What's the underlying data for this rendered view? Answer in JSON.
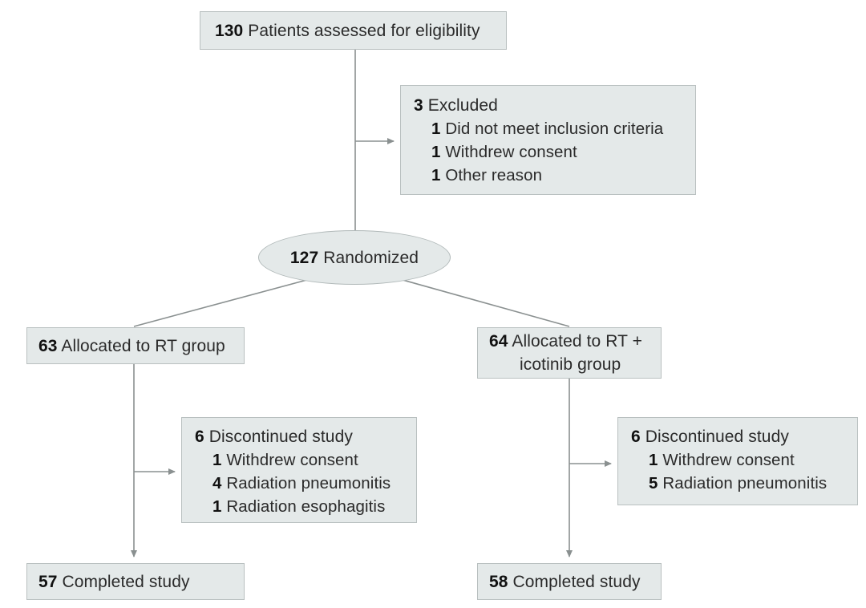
{
  "diagram": {
    "type": "consort-flow-diagram",
    "colors": {
      "box_fill": "#e4e9e9",
      "box_border": "#b9c0c0",
      "connector": "#8a9090",
      "text": "#2a2a2a",
      "number": "#111111",
      "background": "#ffffff"
    },
    "nodes": {
      "assessed": {
        "name": "assessed-for-eligibility",
        "lines": [
          {
            "num": "130",
            "text": "Patients assessed for eligibility",
            "indent": false
          }
        ]
      },
      "excluded": {
        "name": "excluded",
        "lines": [
          {
            "num": "3",
            "text": "Excluded",
            "indent": false
          },
          {
            "num": "1",
            "text": "Did not meet inclusion criteria",
            "indent": true
          },
          {
            "num": "1",
            "text": "Withdrew consent",
            "indent": true
          },
          {
            "num": "1",
            "text": "Other reason",
            "indent": true
          }
        ]
      },
      "randomized": {
        "name": "randomized",
        "num": "127",
        "text": "Randomized"
      },
      "allocated_left": {
        "name": "allocated-rt-group",
        "lines": [
          {
            "num": "63",
            "text": "Allocated to RT group",
            "indent": false
          }
        ]
      },
      "allocated_right": {
        "name": "allocated-rt-icotinib-group",
        "lines": [
          {
            "num": "64",
            "text": "Allocated to RT +",
            "indent": false
          },
          {
            "num": "",
            "text": "icotinib group",
            "indent": false,
            "continuation": true
          }
        ]
      },
      "discontinued_left": {
        "name": "discontinued-rt-group",
        "lines": [
          {
            "num": "6",
            "text": "Discontinued study",
            "indent": false
          },
          {
            "num": "1",
            "text": "Withdrew consent",
            "indent": true
          },
          {
            "num": "4",
            "text": "Radiation pneumonitis",
            "indent": true
          },
          {
            "num": "1",
            "text": "Radiation esophagitis",
            "indent": true
          }
        ]
      },
      "discontinued_right": {
        "name": "discontinued-rt-icotinib-group",
        "lines": [
          {
            "num": "6",
            "text": "Discontinued study",
            "indent": false
          },
          {
            "num": "1",
            "text": "Withdrew consent",
            "indent": true
          },
          {
            "num": "5",
            "text": "Radiation pneumonitis",
            "indent": true
          }
        ]
      },
      "completed_left": {
        "name": "completed-rt-group",
        "lines": [
          {
            "num": "57",
            "text": "Completed study",
            "indent": false
          }
        ]
      },
      "completed_right": {
        "name": "completed-rt-icotinib-group",
        "lines": [
          {
            "num": "58",
            "text": "Completed study",
            "indent": false
          }
        ]
      }
    }
  }
}
